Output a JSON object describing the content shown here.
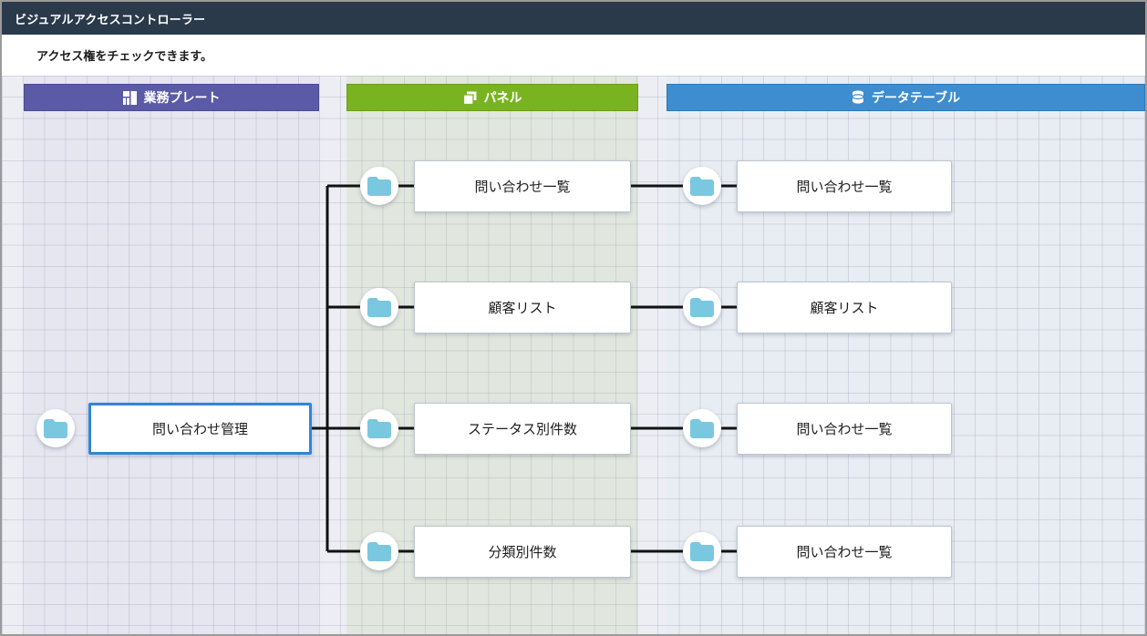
{
  "window": {
    "title": "ビジュアルアクセスコントローラー",
    "subtitle": "アクセス権をチェックできます。"
  },
  "colors": {
    "titlebar": "#2b3a4a",
    "plate_header": "#5b5aa6",
    "panel_header": "#79b420",
    "table_header": "#3d8dd0",
    "folder_icon": "#7ac7e0",
    "selected_border": "#2e86d6",
    "link_line": "#111111",
    "canvas": "#eceef4"
  },
  "columns": [
    {
      "id": "plate",
      "label": "業務プレート",
      "icon": "dashboard-grid-icon"
    },
    {
      "id": "panel",
      "label": "パネル",
      "icon": "panel-window-icon"
    },
    {
      "id": "table",
      "label": "データテーブル",
      "icon": "database-icon"
    }
  ],
  "nodes": {
    "plate": [
      {
        "label": "問い合わせ管理",
        "icon": "folder-icon",
        "selected": true
      }
    ],
    "panel": [
      {
        "label": "問い合わせ一覧",
        "icon": "folder-icon",
        "selected": false
      },
      {
        "label": "顧客リスト",
        "icon": "folder-icon",
        "selected": false
      },
      {
        "label": "ステータス別件数",
        "icon": "folder-icon",
        "selected": false
      },
      {
        "label": "分類別件数",
        "icon": "folder-icon",
        "selected": false
      }
    ],
    "table": [
      {
        "label": "問い合わせ一覧",
        "icon": "folder-icon",
        "selected": false
      },
      {
        "label": "顧客リスト",
        "icon": "folder-icon",
        "selected": false
      },
      {
        "label": "問い合わせ一覧",
        "icon": "folder-icon",
        "selected": false
      },
      {
        "label": "問い合わせ一覧",
        "icon": "folder-icon",
        "selected": false
      }
    ]
  }
}
